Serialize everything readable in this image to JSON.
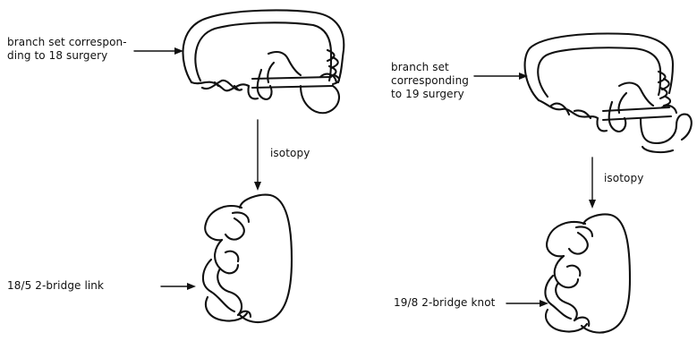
{
  "figure": {
    "left": {
      "top_label_lines": [
        "branch set correspon-",
        "ding to 18 surgery"
      ],
      "move_label": "isotopy",
      "bottom_label": "18/5  2-bridge link"
    },
    "right": {
      "top_label_lines": [
        "branch set",
        "corresponding",
        "to 19 surgery"
      ],
      "move_label": "isotopy",
      "bottom_label": "19/8  2-bridge knot"
    }
  },
  "colors": {
    "ink": "#111111",
    "background": "#ffffff"
  }
}
